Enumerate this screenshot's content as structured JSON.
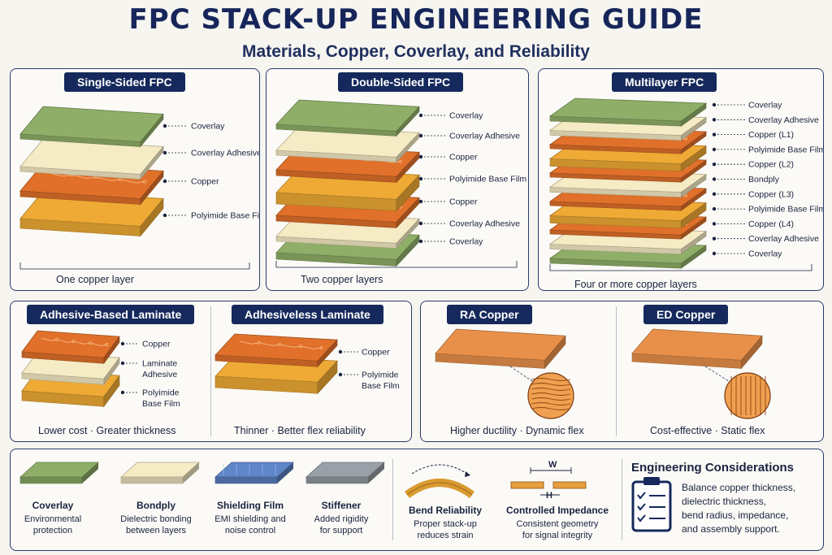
{
  "header": {
    "title": "FPC STACK-UP ENGINEERING GUIDE",
    "subtitle": "Materials, Copper, Coverlay, and Reliability"
  },
  "single": {
    "title": "Single-Sided FPC",
    "layers": [
      "Coverlay",
      "Coverlay Adhesive",
      "Copper",
      "Polyimide Base Film"
    ],
    "caption": "One copper layer"
  },
  "double": {
    "title": "Double-Sided FPC",
    "layers": [
      "Coverlay",
      "Coverlay Adhesive",
      "Copper",
      "Polyimide Base Film",
      "Copper",
      "Coverlay Adhesive",
      "Coverlay"
    ],
    "caption": "Two copper layers"
  },
  "multi": {
    "title": "Multilayer FPC",
    "layers": [
      "Coverlay",
      "Coverlay Adhesive",
      "Copper (L1)",
      "Polyimide Base Film",
      "Copper (L2)",
      "Bondply",
      "Copper (L3)",
      "Polyimide Base Film",
      "Copper (L4)",
      "Coverlay Adhesive",
      "Coverlay"
    ],
    "caption": "Four or more copper layers"
  },
  "adhesive": {
    "title": "Adhesive-Based Laminate",
    "layers": [
      "Copper",
      "Laminate Adhesive",
      "Polyimide Base Film"
    ],
    "caption": "Lower cost · Greater thickness"
  },
  "adhesiveless": {
    "title": "Adhesiveless Laminate",
    "layers": [
      "Copper",
      "Polyimide Base Film"
    ],
    "caption": "Thinner · Better flex reliability"
  },
  "ra": {
    "title": "RA Copper",
    "caption": "Higher ductility · Dynamic flex"
  },
  "ed": {
    "title": "ED Copper",
    "caption": "Cost-effective · Static flex"
  },
  "materials": [
    {
      "name": "Coverlay",
      "desc1": "Environmental",
      "desc2": "protection"
    },
    {
      "name": "Bondply",
      "desc1": "Dielectric bonding",
      "desc2": "between layers"
    },
    {
      "name": "Shielding Film",
      "desc1": "EMI shielding and",
      "desc2": "noise control"
    },
    {
      "name": "Stiffener",
      "desc1": "Added rigidity",
      "desc2": "for support"
    },
    {
      "name": "Bend Reliability",
      "desc1": "Proper stack-up",
      "desc2": "reduces strain"
    },
    {
      "name": "Controlled Impedance",
      "desc1": "Consistent geometry",
      "desc2": "for signal integrity"
    }
  ],
  "impedance": {
    "w": "W",
    "h": "H"
  },
  "engineering": {
    "title": "Engineering Considerations",
    "lines": [
      "Balance copper thickness,",
      "dielectric thickness,",
      "bend radius, impedance,",
      "and assembly support."
    ]
  },
  "colors": {
    "navy": "#15295c",
    "coverlay": "#8fae68",
    "adhesive": "#f5ebc4",
    "copper": "#e0702a",
    "polyimide": "#eeaa35"
  }
}
